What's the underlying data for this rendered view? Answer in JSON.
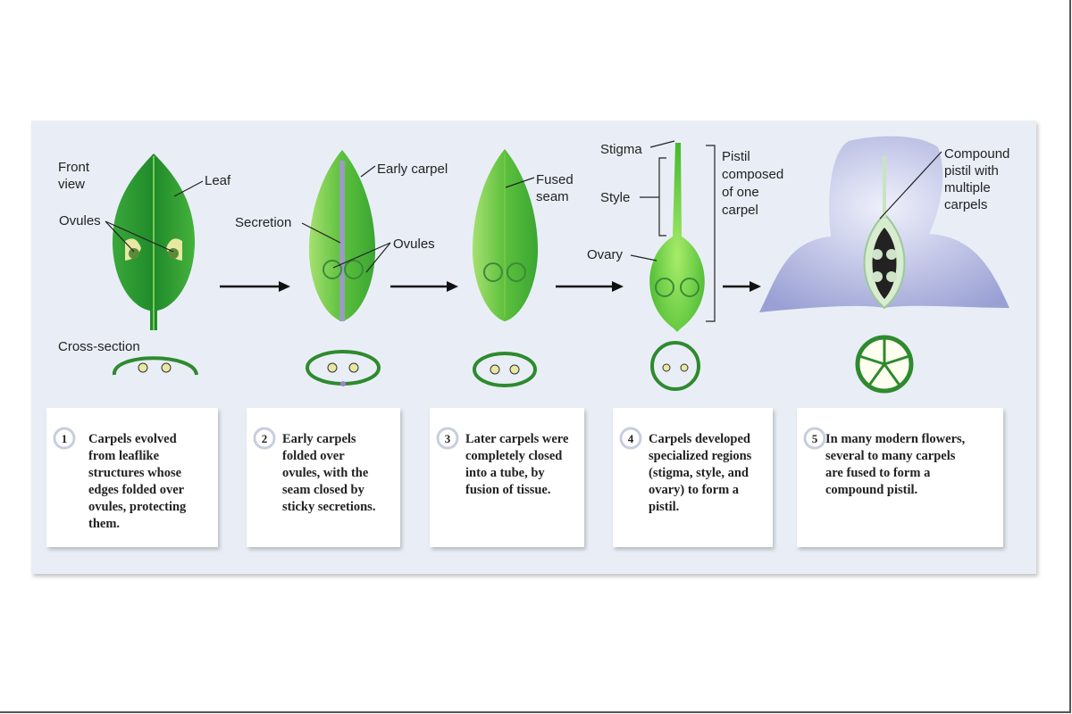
{
  "labels": {
    "front_view": [
      "Front",
      "view"
    ],
    "leaf": "Leaf",
    "ovules_1": "Ovules",
    "cross_section": "Cross-section",
    "early_carpel": "Early carpel",
    "secretion": "Secretion",
    "ovules_2": "Ovules",
    "fused_seam": [
      "Fused",
      "seam"
    ],
    "stigma": "Stigma",
    "style": "Style",
    "ovary": "Ovary",
    "pistil_one_carpel": [
      "Pistil",
      "composed",
      "of one",
      "carpel"
    ],
    "compound_pistil": [
      "Compound",
      "pistil with",
      "multiple",
      "carpels"
    ]
  },
  "steps": [
    {
      "number": "1",
      "lines": [
        "Carpels evolved",
        "from leaflike",
        "structures whose",
        "edges folded over",
        "ovules, protecting",
        "them."
      ]
    },
    {
      "number": "2",
      "lines": [
        "Early carpels",
        "folded over",
        "ovules, with the",
        "seam closed by",
        "sticky secretions."
      ]
    },
    {
      "number": "3",
      "lines": [
        "Later carpels were",
        "completely closed",
        "into a tube, by",
        "fusion of tissue."
      ]
    },
    {
      "number": "4",
      "lines": [
        "Carpels developed",
        "specialized regions",
        "(stigma, style, and",
        "ovary) to form a",
        "pistil."
      ]
    },
    {
      "number": "5",
      "lines": [
        "In many modern flowers,",
        "several to many carpels",
        "are fused to form a",
        "compound pistil."
      ]
    }
  ],
  "colors": {
    "panel": "#e9eef6",
    "leaf_dark": "#2e9a2e",
    "leaf_light": "#7fd04a",
    "petal": "#a9aedb",
    "box": "#ffffff"
  }
}
